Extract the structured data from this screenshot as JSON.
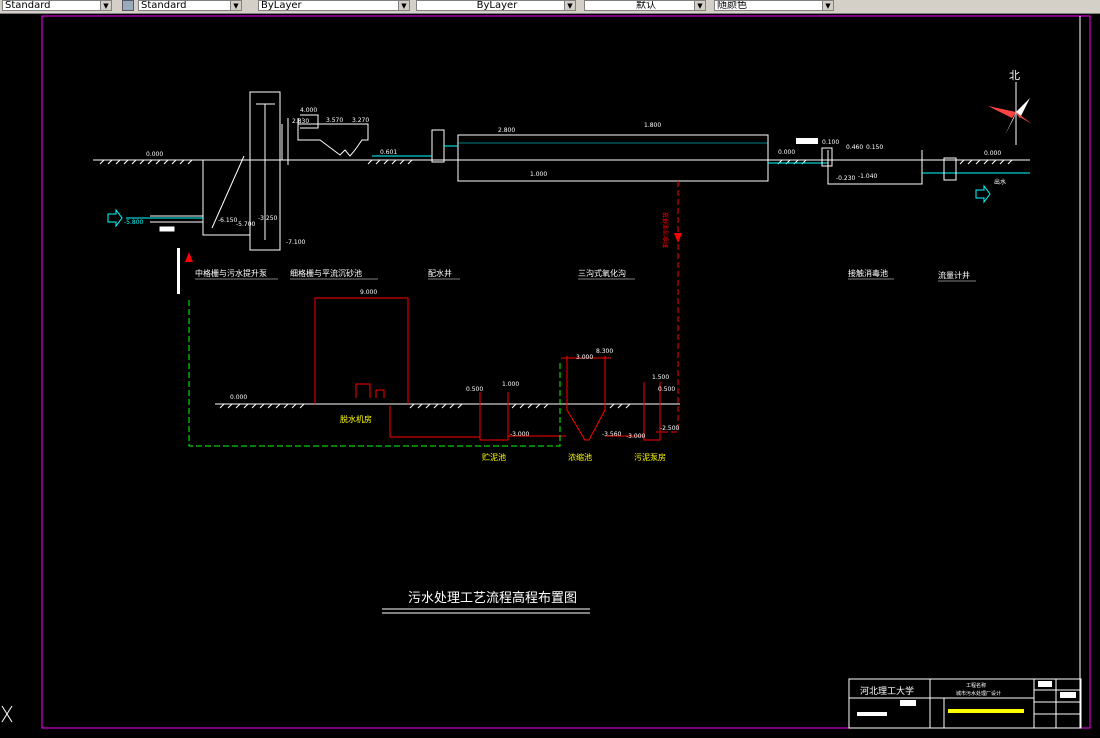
{
  "toolbar": {
    "text_style": "Standard",
    "dim_style": "Standard",
    "layer_linetype": "ByLayer",
    "layer_lineweight": "ByLayer",
    "color": "默认",
    "plot_style": "随颜色"
  },
  "drawing": {
    "title": "污水处理工艺流程高程布置图",
    "north_label": "北",
    "units": {
      "u1": "中格栅与污水提升泵",
      "u2": "细格栅与平流沉砂池",
      "u3": "配水井",
      "u4": "三沟式氧化沟",
      "u5": "接触消毒池",
      "u6": "流量计井",
      "s1": "脱水机房",
      "s2": "贮泥池",
      "s3": "浓缩池",
      "s4": "污泥泵房"
    },
    "elevations": {
      "e1": "0.000",
      "e2": "-5.800",
      "e3": "-6.150",
      "e4": "-5.700",
      "e5": "-3.250",
      "e6": "-7.100",
      "e7": "4.000",
      "e8": "3.570",
      "e9": "3.270",
      "e10": "2.830",
      "e11": "0.601",
      "e12": "2.800",
      "e13": "1.800",
      "e14": "1.000",
      "e15": "0.000",
      "e16": "0.100",
      "e17": "0.460",
      "e18": "0.150",
      "e19": "-0.230",
      "e20": "-1.040",
      "e21": "0.000",
      "e22": "9.000",
      "e23": "0.000",
      "e24": "1.000",
      "e25": "0.500",
      "e26": "-3.000",
      "e27": "8.300",
      "e28": "3.000",
      "e29": "-3.560",
      "e30": "1.500",
      "e31": "0.500",
      "e32": "-2.500",
      "e33": "-3.000"
    },
    "annotations": {
      "sludge_return": "剩余污泥排放",
      "outfall": "出水"
    },
    "title_block": {
      "school": "河北理工大学",
      "project": "工程名称",
      "drawing_name": "城市污水处理厂设计"
    }
  },
  "colors": {
    "background": "#000000",
    "border": "#ff00ff",
    "line": "#ffffff",
    "sludge": "#ff0000",
    "gas": "#00ff00",
    "water": "#00ffff",
    "label": "#ffff00"
  }
}
